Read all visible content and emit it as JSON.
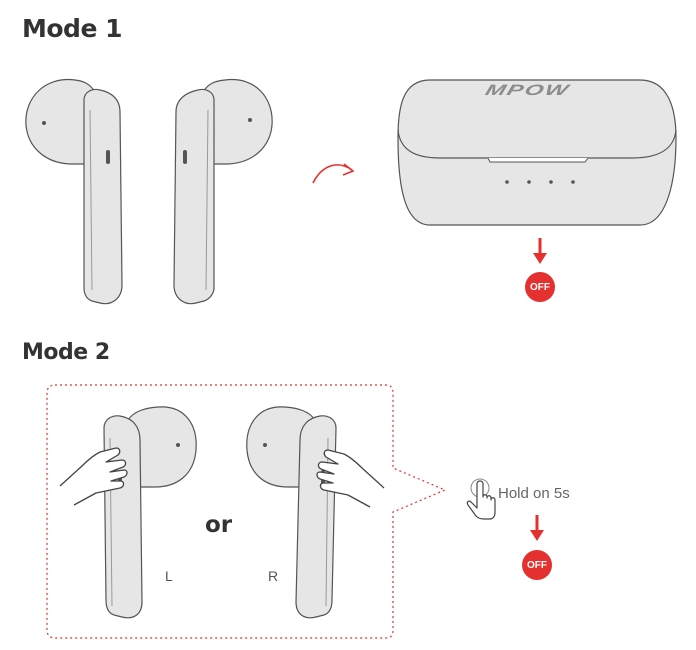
{
  "sections": {
    "mode1": {
      "title": "Mode 1",
      "brand": "MPOW",
      "status": "OFF"
    },
    "mode2": {
      "title": "Mode 2",
      "or_text": "or",
      "left_label": "L",
      "right_label": "R",
      "instruction": "Hold on 5s",
      "status": "OFF"
    }
  },
  "colors": {
    "accent": "#e4312f",
    "device": "#e6e6e6",
    "outline": "#555555",
    "dotted": "#e4312f"
  },
  "icons": [
    "curved-arrow-icon",
    "down-arrow-icon",
    "finger-press-icon",
    "tap-hand-icon"
  ]
}
